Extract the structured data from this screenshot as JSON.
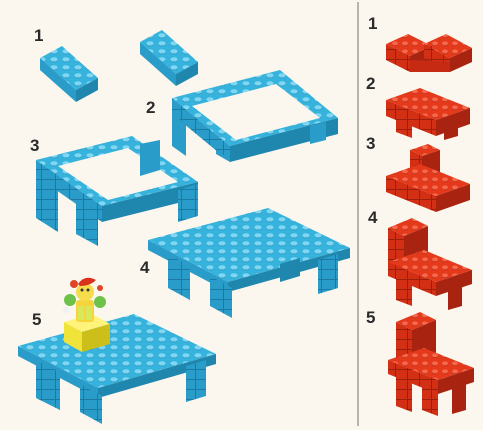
{
  "left_steps": [
    {
      "label": "1"
    },
    {
      "label": "2"
    },
    {
      "label": "3"
    },
    {
      "label": "4"
    },
    {
      "label": "5"
    }
  ],
  "right_steps": [
    {
      "label": "1"
    },
    {
      "label": "2"
    },
    {
      "label": "3"
    },
    {
      "label": "4"
    },
    {
      "label": "5"
    }
  ],
  "colors": {
    "table_blue": "#36b3dc",
    "table_blue_dark": "#1f86ad",
    "table_blue_light": "#6fd0ef",
    "chair_red": "#e5391b",
    "chair_red_dark": "#a82410",
    "chair_red_light": "#f6684c",
    "figure_yellow": "#f0e43a",
    "background": "#fbf7ee",
    "divider": "#b9b4ab"
  },
  "icons": {
    "table_pieces": "lego-table-assembly-icon",
    "chair_pieces": "lego-chair-assembly-icon",
    "figure": "lego-figure-icon"
  }
}
